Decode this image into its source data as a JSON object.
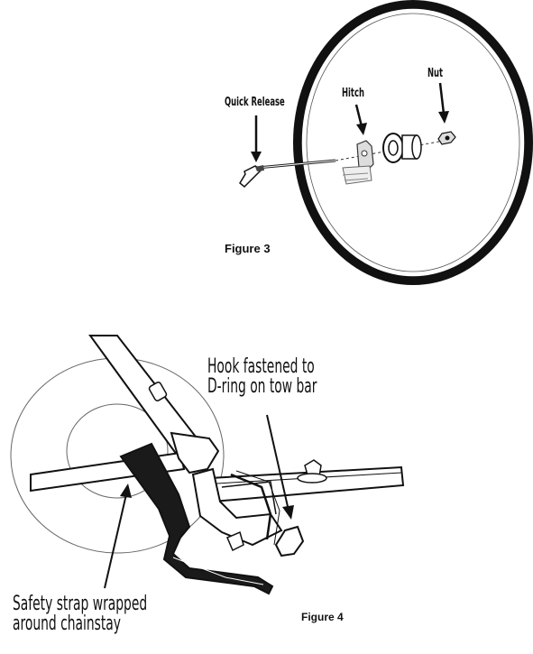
{
  "figure3": {
    "caption": "Figure 3",
    "labels": {
      "quick_release": "Quick Release",
      "hitch": "Hitch",
      "nut": "Nut"
    }
  },
  "figure4": {
    "caption": "Figure 4",
    "labels": {
      "hook_line1": "Hook fastened to",
      "hook_line2": "D-ring on tow bar",
      "strap_line1": "Safety strap wrapped",
      "strap_line2": "around chainstay"
    }
  }
}
